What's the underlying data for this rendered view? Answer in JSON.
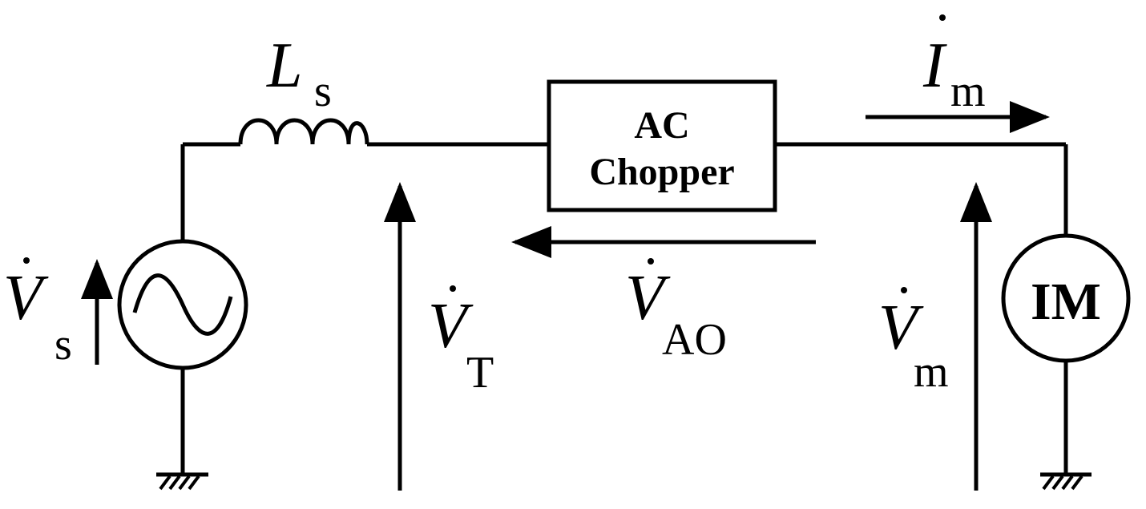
{
  "inductor": {
    "symbol": "L",
    "subscript": "s"
  },
  "chopper": {
    "line1": "AC",
    "line2": "Chopper"
  },
  "motor": {
    "label": "IM"
  },
  "current": {
    "symbol": "I",
    "subscript": "m"
  },
  "source_voltage": {
    "symbol": "V",
    "subscript": "s"
  },
  "terminal_voltage": {
    "symbol": "V",
    "subscript": "T"
  },
  "chopper_voltage": {
    "symbol": "V",
    "subscript": "AO"
  },
  "motor_voltage": {
    "symbol": "V",
    "subscript": "m"
  }
}
